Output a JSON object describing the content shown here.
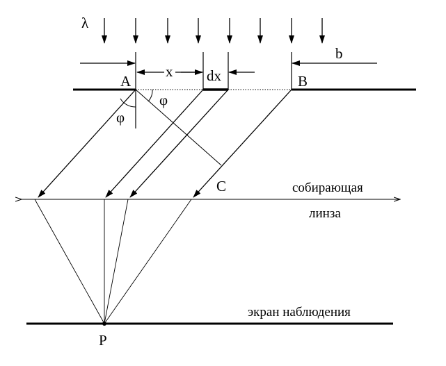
{
  "labels": {
    "lambda": "λ",
    "b": "b",
    "A": "A",
    "x": "x",
    "dx": "dx",
    "B": "B",
    "phi_right": "φ",
    "phi_left": "φ",
    "C": "C",
    "lens_line1": "собирающая",
    "lens_line2": "линза",
    "screen": "экран наблюдения",
    "P": "P"
  },
  "colors": {
    "ink": "#000000",
    "background": "#ffffff"
  }
}
